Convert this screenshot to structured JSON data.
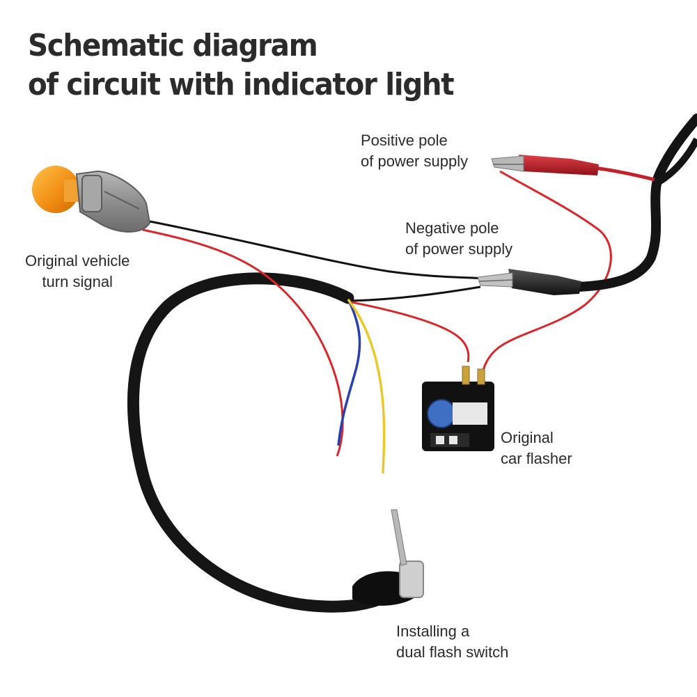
{
  "title": {
    "line1": "Schematic diagram",
    "line2": "of circuit with indicator light"
  },
  "labels": {
    "turn_signal": [
      "Original vehicle",
      "turn signal"
    ],
    "positive_pole": [
      "Positive pole",
      "of power supply"
    ],
    "negative_pole": [
      "Negative pole",
      "of power supply"
    ],
    "car_flasher": [
      "Original",
      "car flasher"
    ],
    "switch": [
      "Installing a",
      "dual flash switch"
    ]
  },
  "colors": {
    "black_wire": "#111111",
    "red_wire": "#d8262b",
    "blue_wire": "#2a3fb0",
    "yellow_wire": "#e8c82a",
    "red_clip": "#b81d22",
    "bulb": "#f39a1c"
  }
}
